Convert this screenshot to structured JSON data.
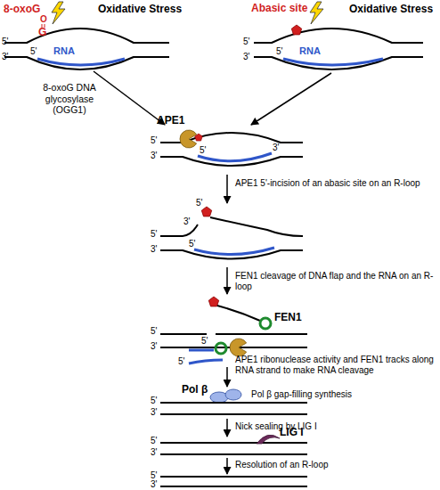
{
  "diagram": {
    "labels": [
      "8-oxoG",
      "O",
      "G",
      "Oxidative Stress",
      "Abasic site",
      "Oxidative Stress",
      "5'",
      "3'",
      "5'",
      "RNA",
      "5'",
      "3'",
      "5'",
      "RNA",
      "8-oxoG DNA glycosylase (OGG1)",
      "APE1",
      "5'",
      "3'",
      "5'",
      "3'",
      "APE1 5'-incision of an abasic site on an R-loop",
      "5'",
      "3'",
      "5'",
      "3'",
      "5'",
      "FEN1 cleavage of DNA flap and the RNA on an R-loop",
      "FEN1",
      "5'",
      "3'",
      "5'",
      "5'",
      "APE1 ribonuclease activity and FEN1 tracks along RNA strand to make RNA cleavage",
      "Pol β",
      "Pol β gap-filling synthesis",
      "5'",
      "3'",
      "Nick sealing by LIG I",
      "LIG I",
      "5'",
      "3'",
      "Resolution of an R-loop",
      "5'",
      "3'"
    ]
  }
}
